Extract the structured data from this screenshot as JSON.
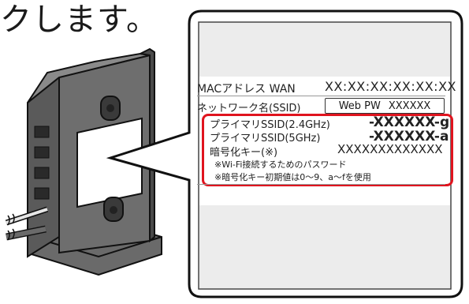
{
  "heading": "クします。",
  "label": {
    "mac_label": "MACアドレス  WAN",
    "mac_value": "XX:XX:XX:XX:XX:XX",
    "ssid_label": "ネットワーク名(SSID)",
    "web_pw_label": "Web PW",
    "web_pw_value": "XXXXXX",
    "primary_24_label": "プライマリSSID(2.4GHz)",
    "primary_24_value": "-XXXXXX-g",
    "primary_5_label": "プライマリSSID(5GHz)",
    "primary_5_value": "-XXXXXX-a",
    "key_label": "暗号化キー(※)",
    "key_value": "XXXXXXXXXXXXX",
    "note1": "※Wi-Fi接続するためのパスワード",
    "note2": "※暗号化キー初期値は0～9、a～fを使用"
  },
  "colors": {
    "highlight": "#e0141e",
    "router_body": "#5a5a5a"
  }
}
